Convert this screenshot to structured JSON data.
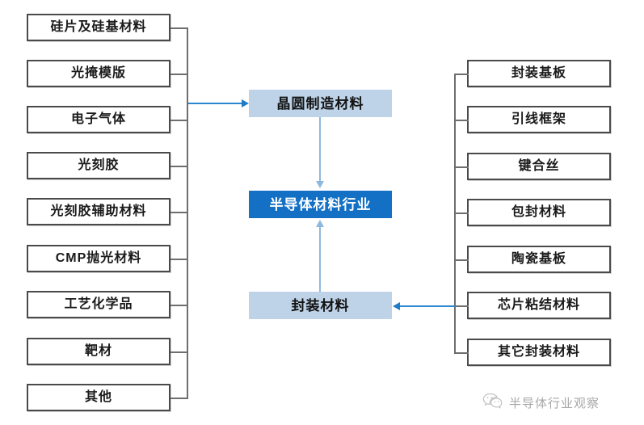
{
  "diagram": {
    "title": "半导体材料行业",
    "colors": {
      "box_border": "#4a4a4a",
      "bracket": "#6e6e6e",
      "light_blue": "#bed3e8",
      "dark_blue": "#1370c4",
      "arrow_blue": "#2b87cf",
      "arrow_soft_blue": "#8fb8dd",
      "watermark_gray": "#a8a8a8"
    },
    "center": {
      "top_label": "晶圆制造材料",
      "hub_label": "半导体材料行业",
      "bottom_label": "封装材料"
    },
    "left_column": [
      {
        "label": "硅片及硅基材料"
      },
      {
        "label": "光掩模版"
      },
      {
        "label": "电子气体"
      },
      {
        "label": "光刻胶"
      },
      {
        "label": "光刻胶辅助材料"
      },
      {
        "label": "CMP抛光材料"
      },
      {
        "label": "工艺化学品"
      },
      {
        "label": "靶材"
      },
      {
        "label": "其他"
      }
    ],
    "right_column": [
      {
        "label": "封装基板"
      },
      {
        "label": "引线框架"
      },
      {
        "label": "键合丝"
      },
      {
        "label": "包封材料"
      },
      {
        "label": "陶瓷基板"
      },
      {
        "label": "芯片粘结材料"
      },
      {
        "label": "其它封装材料"
      }
    ],
    "watermark": {
      "icon": "wechat-icon",
      "text": "半导体行业观察"
    }
  }
}
